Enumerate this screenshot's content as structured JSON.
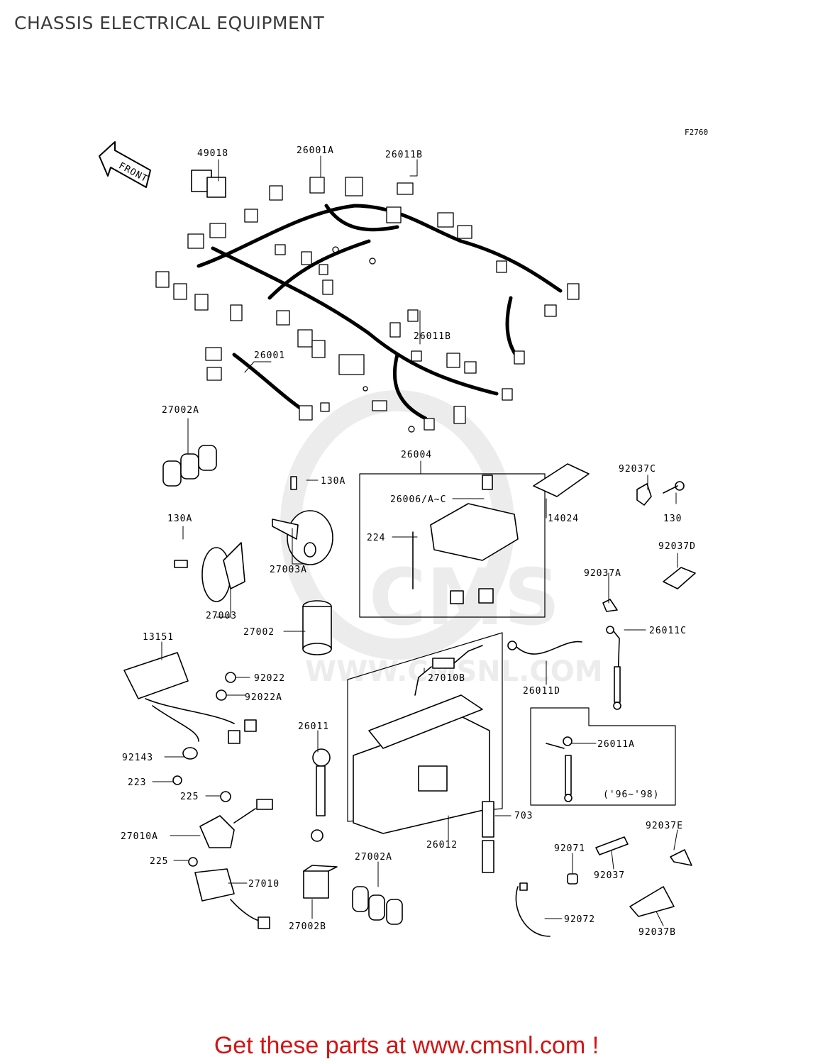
{
  "header": {
    "title": "CHASSIS ELECTRICAL EQUIPMENT",
    "figure_ref": "F2760"
  },
  "direction_arrow": "FRONT",
  "watermark": {
    "logo_text": "CMS",
    "url_text": "WWW.CMSNL.COM"
  },
  "labels": {
    "p49018": "49018",
    "p26001A": "26001A",
    "p26011B_top": "26011B",
    "p26011B_mid": "26011B",
    "p26001": "26001",
    "p27002A_top": "27002A",
    "p26004": "26004",
    "p130A_horn": "130A",
    "p130A_left": "130A",
    "p26006": "26006/A~C",
    "p224": "224",
    "p14024": "14024",
    "p92037C": "92037C",
    "p130": "130",
    "p92037D": "92037D",
    "p27003A": "27003A",
    "p27003": "27003",
    "p92037A": "92037A",
    "p27002": "27002",
    "p26011C": "26011C",
    "p13151": "13151",
    "p92022": "92022",
    "p92022A": "92022A",
    "p27010B": "27010B",
    "p26011D": "26011D",
    "p26011": "26011",
    "p26011A": "26011A",
    "p9698": "('96~'98)",
    "p92143": "92143",
    "p223": "223",
    "p225_top": "225",
    "p27010A": "27010A",
    "p703": "703",
    "p26012": "26012",
    "p92037E": "92037E",
    "p92071": "92071",
    "p92037": "92037",
    "p225_bot": "225",
    "p27010": "27010",
    "p27002A_bot": "27002A",
    "p27002B": "27002B",
    "p92072": "92072",
    "p92037B": "92037B"
  },
  "footer": {
    "promo_text": "Get these parts at www.cmsnl.com !"
  },
  "colors": {
    "line": "#000000",
    "watermark": "#ececec",
    "promo": "#d21414",
    "title": "#3a3a3a"
  }
}
